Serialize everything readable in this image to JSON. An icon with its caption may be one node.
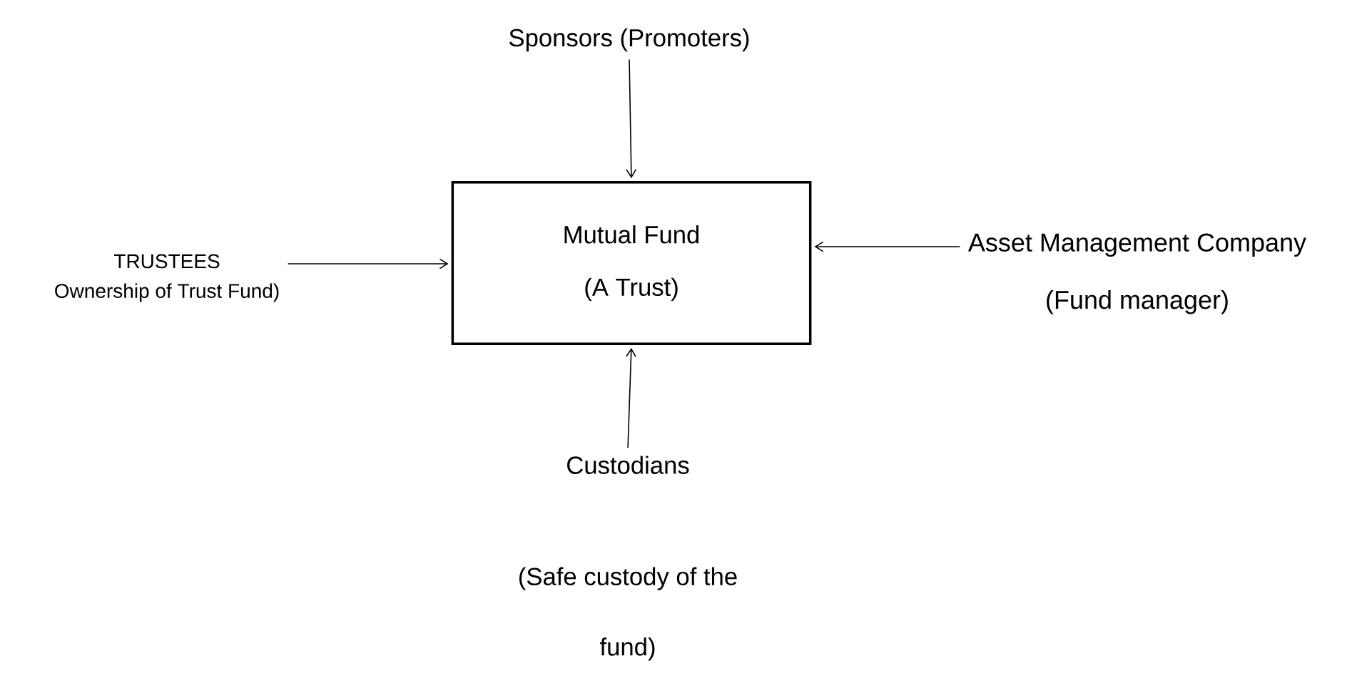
{
  "diagram": {
    "nodes": [
      {
        "text": [
          "Sponsors (Promoters)"
        ]
      },
      {
        "text": [
          "TRUSTEES",
          "Ownership of Trust Fund)"
        ]
      },
      {
        "text": [
          "Mutual Fund",
          "(A Trust)"
        ]
      },
      {
        "text": [
          "Asset Management Company",
          "(Fund manager)"
        ]
      },
      {
        "text": [
          "Custodians",
          "(Safe custody of the fund)"
        ]
      }
    ],
    "edges": [
      {
        "from": 0,
        "to": 2,
        "arrow": "to"
      },
      {
        "from": 1,
        "to": 2,
        "arrow": "to"
      },
      {
        "from": 3,
        "to": 2,
        "arrow": "to"
      },
      {
        "from": 4,
        "to": 2,
        "arrow": "to"
      }
    ]
  }
}
